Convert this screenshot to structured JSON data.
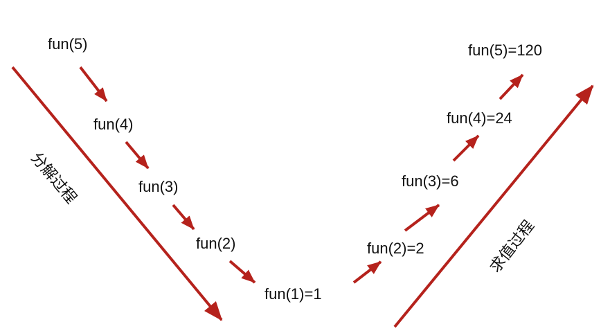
{
  "colors": {
    "arrow": "#b5221c",
    "text": "#111111",
    "background": "#ffffff"
  },
  "decompose": {
    "label": "分解过程",
    "nodes": [
      "fun(5)",
      "fun(4)",
      "fun(3)",
      "fun(2)"
    ]
  },
  "base": {
    "label": "fun(1)=1"
  },
  "evaluate": {
    "label": "求值过程",
    "nodes": [
      "fun(2)=2",
      "fun(3)=6",
      "fun(4)=24",
      "fun(5)=120"
    ]
  }
}
